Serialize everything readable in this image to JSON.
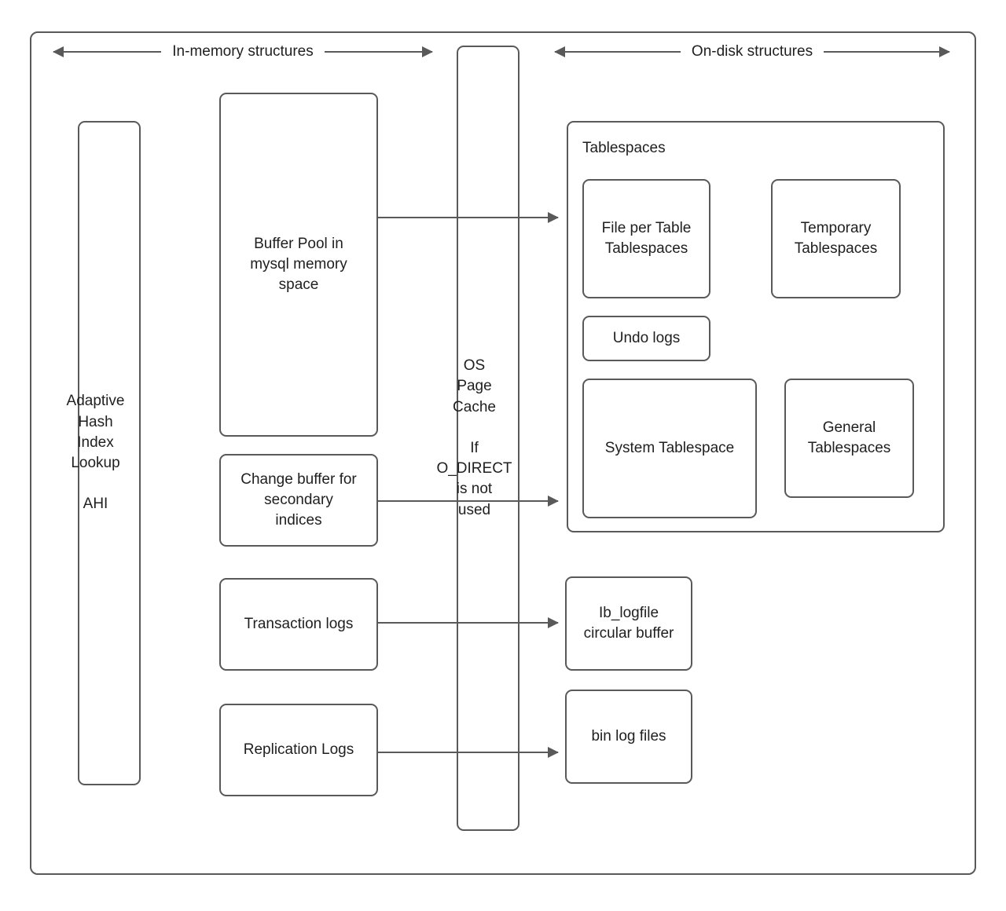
{
  "diagram": {
    "title": "MySQL InnoDB in-memory and on-disk structures",
    "stroke_color": "#595959",
    "text_color": "#1f1f1f",
    "background_color": "#ffffff"
  },
  "bands": [
    {
      "label": "In-memory structures"
    },
    {
      "label": "On-disk structures"
    }
  ],
  "memory_nodes": {
    "ahi": "Adaptive\nHash\nIndex\nLookup\n\nAHI",
    "buffer_pool": "Buffer Pool in\nmysql memory\nspace",
    "change_buffer": "Change buffer for\nsecondary\nindices",
    "transaction_logs": "Transaction logs",
    "replication_logs": "Replication Logs"
  },
  "middle_node": {
    "os_page_cache": "OS\nPage\nCache\n\nIf\nO_DIRECT\nis not\nused"
  },
  "disk_nodes": {
    "tablespaces_caption": "Tablespaces",
    "file_per_table": "File per Table\nTablespaces",
    "temporary": "Temporary\nTablespaces",
    "undo_logs": "Undo logs",
    "system_tablespace": "System Tablespace",
    "general_tablespaces": "General\nTablespaces",
    "ib_logfile": "Ib_logfile\ncircular buffer",
    "bin_log_files": "bin log files"
  },
  "connectors": [
    {
      "from": "buffer_pool",
      "to": "file_per_table"
    },
    {
      "from": "change_buffer",
      "to": "system_tablespace"
    },
    {
      "from": "transaction_logs",
      "to": "ib_logfile"
    },
    {
      "from": "replication_logs",
      "to": "bin_log_files"
    }
  ]
}
